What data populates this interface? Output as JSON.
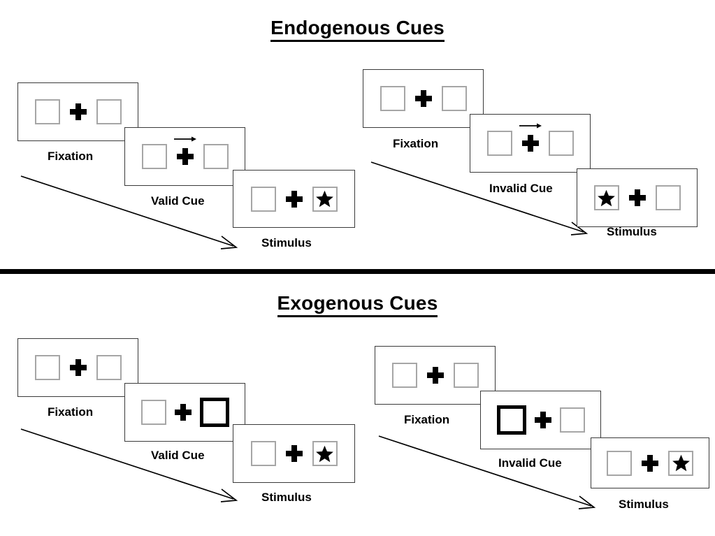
{
  "sections": [
    {
      "id": "endogenous",
      "title": "Endogenous Cues",
      "columns": [
        {
          "id": "endogenous-valid",
          "steps": [
            {
              "label": "Fixation",
              "cue": "none",
              "left_content": "empty",
              "right_content": "empty",
              "cued_side": "none"
            },
            {
              "label": "Valid Cue",
              "cue": "arrow-right",
              "left_content": "empty",
              "right_content": "empty",
              "cued_side": "none"
            },
            {
              "label": "Stimulus",
              "cue": "none",
              "left_content": "empty",
              "right_content": "star",
              "cued_side": "none"
            }
          ]
        },
        {
          "id": "endogenous-invalid",
          "steps": [
            {
              "label": "Fixation",
              "cue": "none",
              "left_content": "empty",
              "right_content": "empty",
              "cued_side": "none"
            },
            {
              "label": "Invalid Cue",
              "cue": "arrow-right",
              "left_content": "empty",
              "right_content": "empty",
              "cued_side": "none"
            },
            {
              "label": "Stimulus",
              "cue": "none",
              "left_content": "star",
              "right_content": "empty",
              "cued_side": "none"
            }
          ]
        }
      ]
    },
    {
      "id": "exogenous",
      "title": "Exogenous Cues",
      "columns": [
        {
          "id": "exogenous-valid",
          "steps": [
            {
              "label": "Fixation",
              "cue": "none",
              "left_content": "empty",
              "right_content": "empty",
              "cued_side": "none"
            },
            {
              "label": "Valid Cue",
              "cue": "none",
              "left_content": "empty",
              "right_content": "empty",
              "cued_side": "right"
            },
            {
              "label": "Stimulus",
              "cue": "none",
              "left_content": "empty",
              "right_content": "star",
              "cued_side": "none"
            }
          ]
        },
        {
          "id": "exogenous-invalid",
          "steps": [
            {
              "label": "Fixation",
              "cue": "none",
              "left_content": "empty",
              "right_content": "empty",
              "cued_side": "none"
            },
            {
              "label": "Invalid Cue",
              "cue": "none",
              "left_content": "empty",
              "right_content": "empty",
              "cued_side": "left"
            },
            {
              "label": "Stimulus",
              "cue": "none",
              "left_content": "empty",
              "right_content": "star",
              "cued_side": "none"
            }
          ]
        }
      ]
    }
  ],
  "icons": {
    "fixation_cross": "plus-icon",
    "target": "star-icon",
    "endogenous_cue": "arrow-right-icon",
    "flow": "diagonal-arrow-icon"
  },
  "colors": {
    "background": "#ffffff",
    "ink": "#000000",
    "panel_border": "#3a3a3a",
    "box_border": "#a6a6a6",
    "cued_box_border": "#000000"
  },
  "labels": {
    "fixation": "Fixation",
    "valid_cue": "Valid Cue",
    "invalid_cue": "Invalid Cue",
    "stimulus": "Stimulus"
  }
}
